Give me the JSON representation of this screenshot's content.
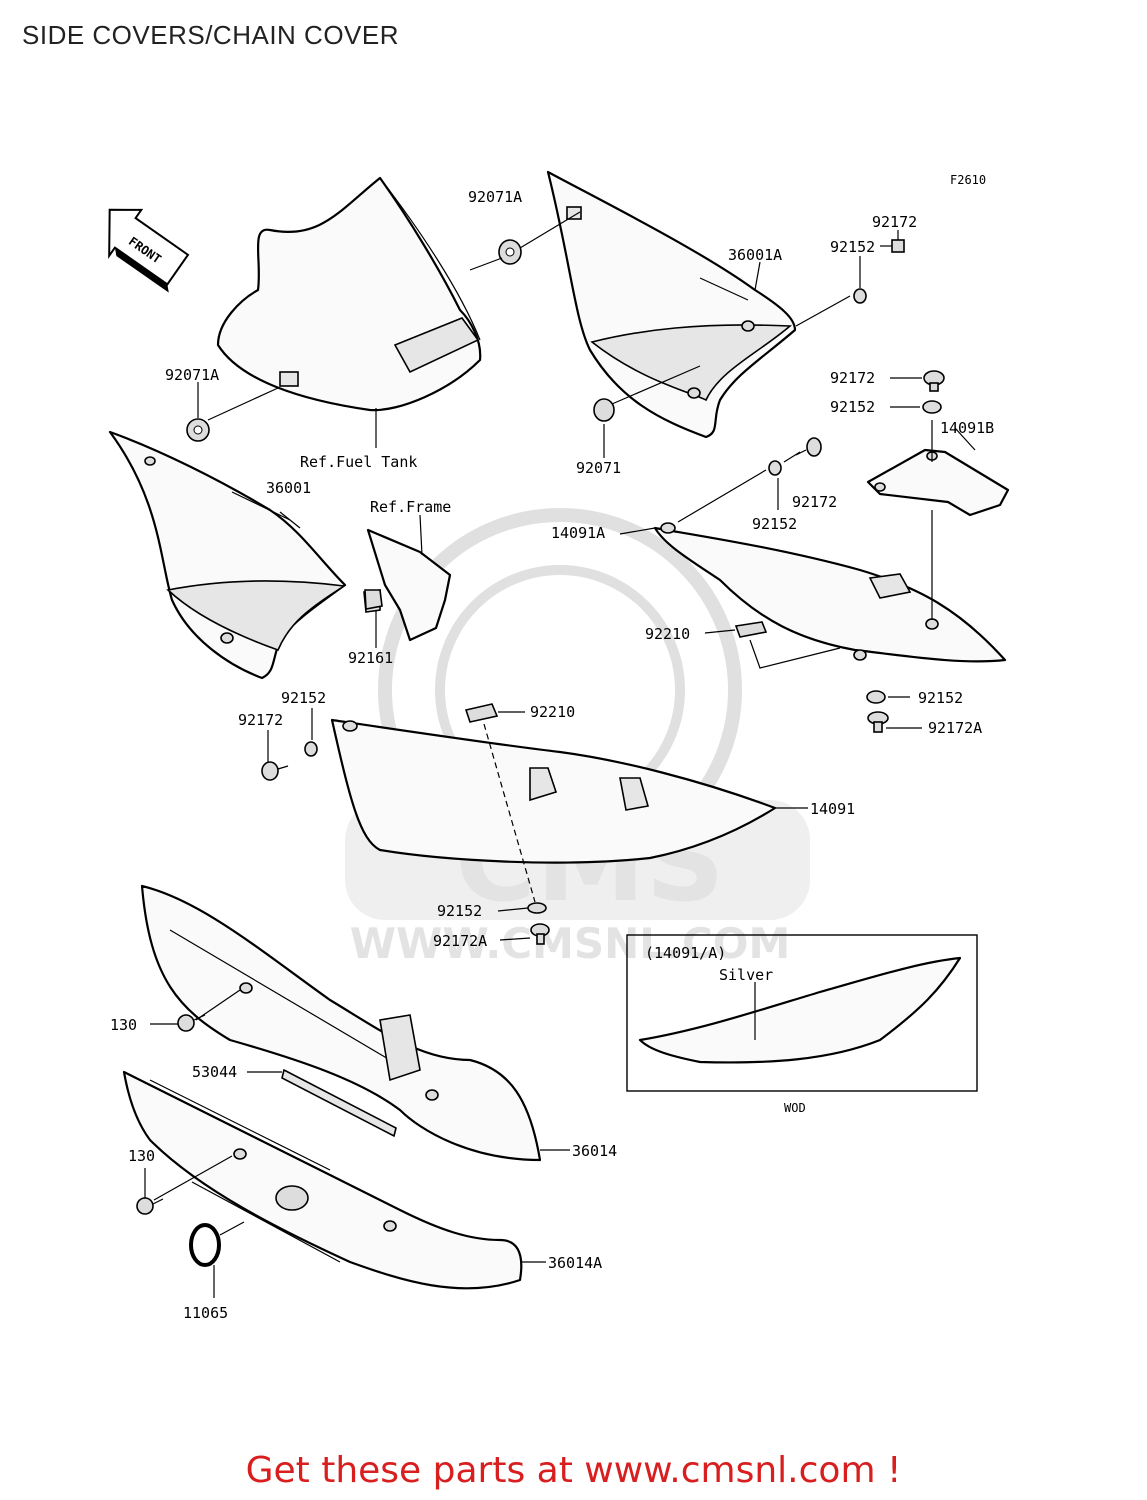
{
  "title": "SIDE COVERS/CHAIN COVER",
  "figure_code": "F2610",
  "front_label": "FRONT",
  "footer": "Get these parts at www.cmsnl.com !",
  "watermark": {
    "brand": "CMS",
    "url": "WWW.CMSNL.COM"
  },
  "callouts": {
    "p92071A_top": "92071A",
    "p36001A": "36001A",
    "p92152_top": "92152",
    "p92172_top": "92172",
    "p92071A_left": "92071A",
    "ref_fuel_tank": "Ref.Fuel Tank",
    "p92071": "92071",
    "p92172_r1": "92172",
    "p92152_r1": "92152",
    "p14091B": "14091B",
    "p36001": "36001",
    "ref_frame": "Ref.Frame",
    "p92172_mid": "92172",
    "p92152_mid": "92152",
    "p14091A": "14091A",
    "p92161": "92161",
    "p92210_right": "92210",
    "p92152_left": "92152",
    "p92172_left": "92172",
    "p92210_center": "92210",
    "p92152_right": "92152",
    "p92172A_right": "92172A",
    "p14091": "14091",
    "p92152_bottom": "92152",
    "p92172A_bottom": "92172A",
    "p130_top": "130",
    "p53044": "53044",
    "p36014": "36014",
    "p130_bottom": "130",
    "p36014A": "36014A",
    "p11065": "11065"
  },
  "inset": {
    "header": "(14091/A)",
    "color": "Silver",
    "variant_code": "WOD"
  }
}
